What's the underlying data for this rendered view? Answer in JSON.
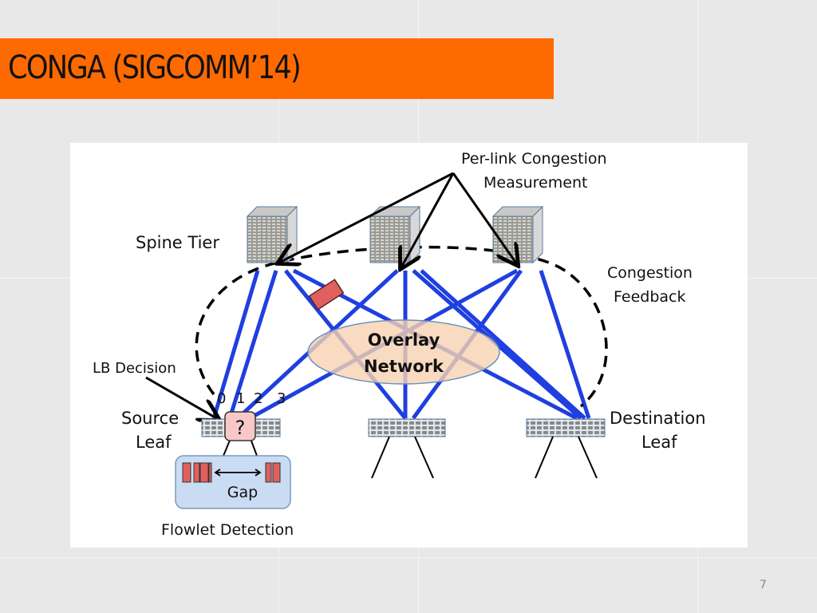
{
  "slide": {
    "title": "CONGA (SIGCOMM’14)",
    "page_number": "7",
    "accent_color": "#ff6a00"
  },
  "diagram": {
    "labels": {
      "per_link_line1": "Per-link Congestion",
      "per_link_line2": "Measurement",
      "spine_tier": "Spine Tier",
      "congestion_feedback_line1": "Congestion",
      "congestion_feedback_line2": "Feedback",
      "lb_decision": "LB Decision",
      "source_leaf_line1": "Source",
      "source_leaf_line2": "Leaf",
      "destination_leaf_line1": "Destination",
      "destination_leaf_line2": "Leaf",
      "overlay_line1": "Overlay",
      "overlay_line2": "Network",
      "gap": "Gap",
      "flowlet_detection": "Flowlet Detection",
      "decision_symbol": "?"
    },
    "uplink_indices": [
      "0",
      "1",
      "2",
      "3"
    ],
    "colors": {
      "link": "#1f3fe0",
      "packet": "#e06060",
      "overlay_fill": "#f6d2b0",
      "flowlet_box": "#c9dcf3"
    }
  }
}
